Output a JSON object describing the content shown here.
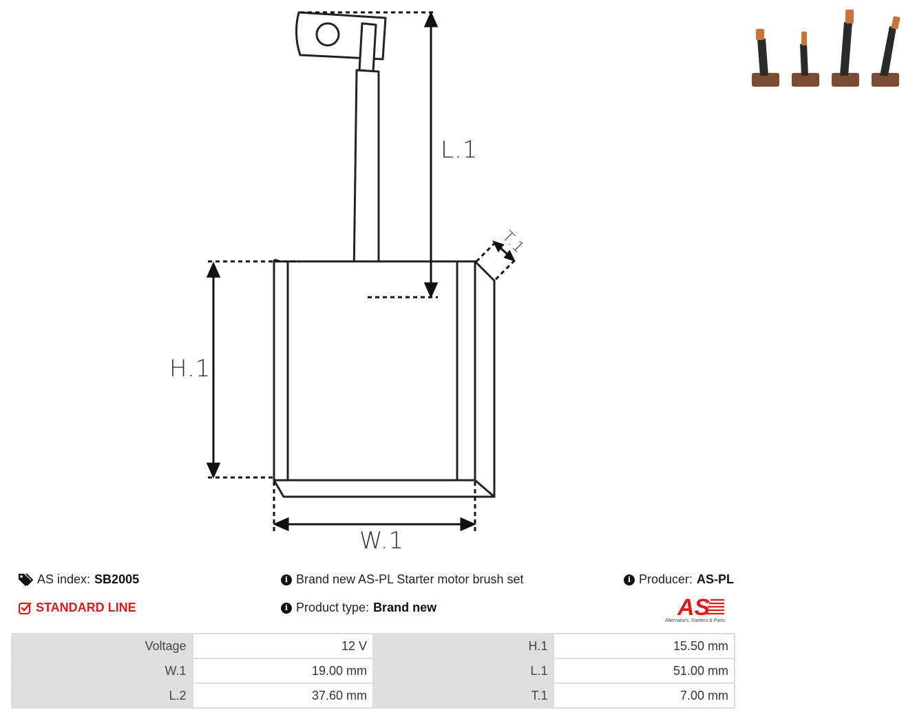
{
  "drawing": {
    "labels": {
      "l1": "L.1",
      "h1": "H.1",
      "w1": "W.1",
      "t1": "T.1"
    }
  },
  "photo": {
    "alt": "Starter motor brush set photo"
  },
  "info": {
    "as_index_label": "AS index:",
    "as_index_value": "SB2005",
    "line": "STANDARD LINE",
    "description": "Brand new AS-PL Starter motor brush set",
    "product_type_label": "Product type:",
    "product_type_value": "Brand new",
    "producer_label": "Producer:",
    "producer_value": "AS-PL",
    "logo_text": "AS",
    "logo_tagline": "Alternators, Starters & Parts"
  },
  "colors": {
    "accent": "#e0191c",
    "table_key_bg": "#dedede",
    "table_border": "#dcdcdc"
  },
  "specs": [
    [
      {
        "k": "Voltage",
        "v": "12 V"
      },
      {
        "k": "H.1",
        "v": "15.50 mm"
      }
    ],
    [
      {
        "k": "W.1",
        "v": "19.00 mm"
      },
      {
        "k": "L.1",
        "v": "51.00 mm"
      }
    ],
    [
      {
        "k": "L.2",
        "v": "37.60 mm"
      },
      {
        "k": "T.1",
        "v": "7.00 mm"
      }
    ]
  ]
}
